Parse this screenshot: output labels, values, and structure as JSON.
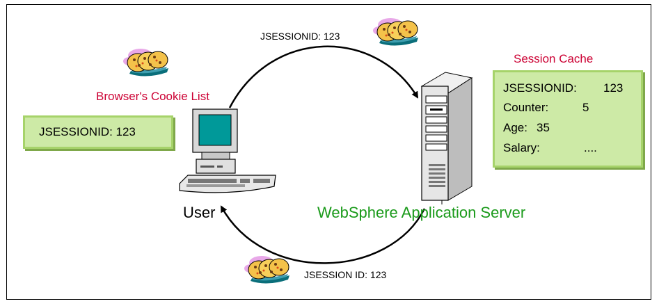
{
  "top_request_label": "JSESSIONID: 123",
  "bottom_response_label": "JSESSION ID: 123",
  "browser": {
    "title": "Browser's Cookie List",
    "cookie_value": "JSESSIONID: 123",
    "user_label": "User"
  },
  "server": {
    "label": "WebSphere Application Server",
    "cache_title": "Session Cache",
    "cache_rows": [
      {
        "key": "JSESSIONID:",
        "value": "123"
      },
      {
        "key": "Counter:",
        "value": "5"
      },
      {
        "key": "Age:",
        "value": "35"
      },
      {
        "key": "Salary:",
        "value": "...."
      }
    ]
  },
  "colors": {
    "title_red": "#cc0033",
    "server_green": "#1a9a1a",
    "box_fill": "#cdeaa6",
    "box_border": "#a6d36a",
    "screen_teal": "#009999"
  },
  "icons": [
    "cookie-icon",
    "computer-icon",
    "server-tower-icon"
  ]
}
